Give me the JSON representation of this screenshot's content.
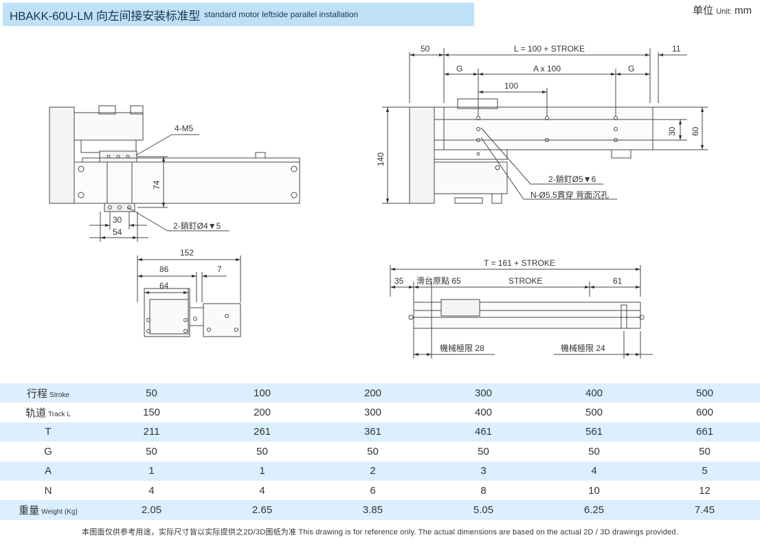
{
  "header": {
    "model": "HBAKK-60U-LM",
    "title_cn": "向左间接安装标准型",
    "title_en": "standard motor leftside parallel installation",
    "unit_cn": "单位",
    "unit_en": "Unit:",
    "unit_value": "mm"
  },
  "drawing": {
    "labels": {
      "dim_50": "50",
      "dim_L": "L = 100 + STROKE",
      "dim_11": "11",
      "dim_G_left": "G",
      "dim_A": "A x 100",
      "dim_G_right": "G",
      "dim_100": "100",
      "dim_30_right": "30",
      "dim_60": "60",
      "dim_140": "140",
      "pin_right": "2-銷釘Ø5",
      "pin_right_depth": "6",
      "holes_right": "N-Ø5.5貫穿 背面沉孔",
      "tap": "4-M5",
      "dim_74": "74",
      "dim_30_left": "30",
      "dim_54": "54",
      "pin_left": "2-銷釘Ø4",
      "pin_left_depth": "5",
      "dim_152": "152",
      "dim_86": "86",
      "dim_7": "7",
      "dim_64": "64",
      "dim_T": "T = 161 + STROKE",
      "dim_35": "35",
      "origin": "滑台原點 65",
      "stroke": "STROKE",
      "dim_61": "61",
      "mech_left": "機械極限 28",
      "mech_right": "機械極限 24"
    }
  },
  "spec_table": {
    "rows": [
      {
        "label_cn": "行程",
        "label_en": "Stroke",
        "values": [
          "50",
          "100",
          "200",
          "300",
          "400",
          "500"
        ]
      },
      {
        "label_cn": "轨道",
        "label_en": "Track L",
        "values": [
          "150",
          "200",
          "300",
          "400",
          "500",
          "600"
        ]
      },
      {
        "label_cn": "T",
        "label_en": "",
        "values": [
          "211",
          "261",
          "361",
          "461",
          "561",
          "661"
        ]
      },
      {
        "label_cn": "G",
        "label_en": "",
        "values": [
          "50",
          "50",
          "50",
          "50",
          "50",
          "50"
        ]
      },
      {
        "label_cn": "A",
        "label_en": "",
        "values": [
          "1",
          "1",
          "2",
          "3",
          "4",
          "5"
        ]
      },
      {
        "label_cn": "N",
        "label_en": "",
        "values": [
          "4",
          "4",
          "6",
          "8",
          "10",
          "12"
        ]
      },
      {
        "label_cn": "重量",
        "label_en": "Weight (Kg)",
        "values": [
          "2.05",
          "2.65",
          "3.85",
          "5.05",
          "6.25",
          "7.45"
        ]
      }
    ]
  },
  "footnote": "本图面仅供参考用途，实际尺寸皆以实际提供之2D/3D图纸为准 This drawing is for reference only. The actual dimensions are based on the actual 2D / 3D drawings provided."
}
